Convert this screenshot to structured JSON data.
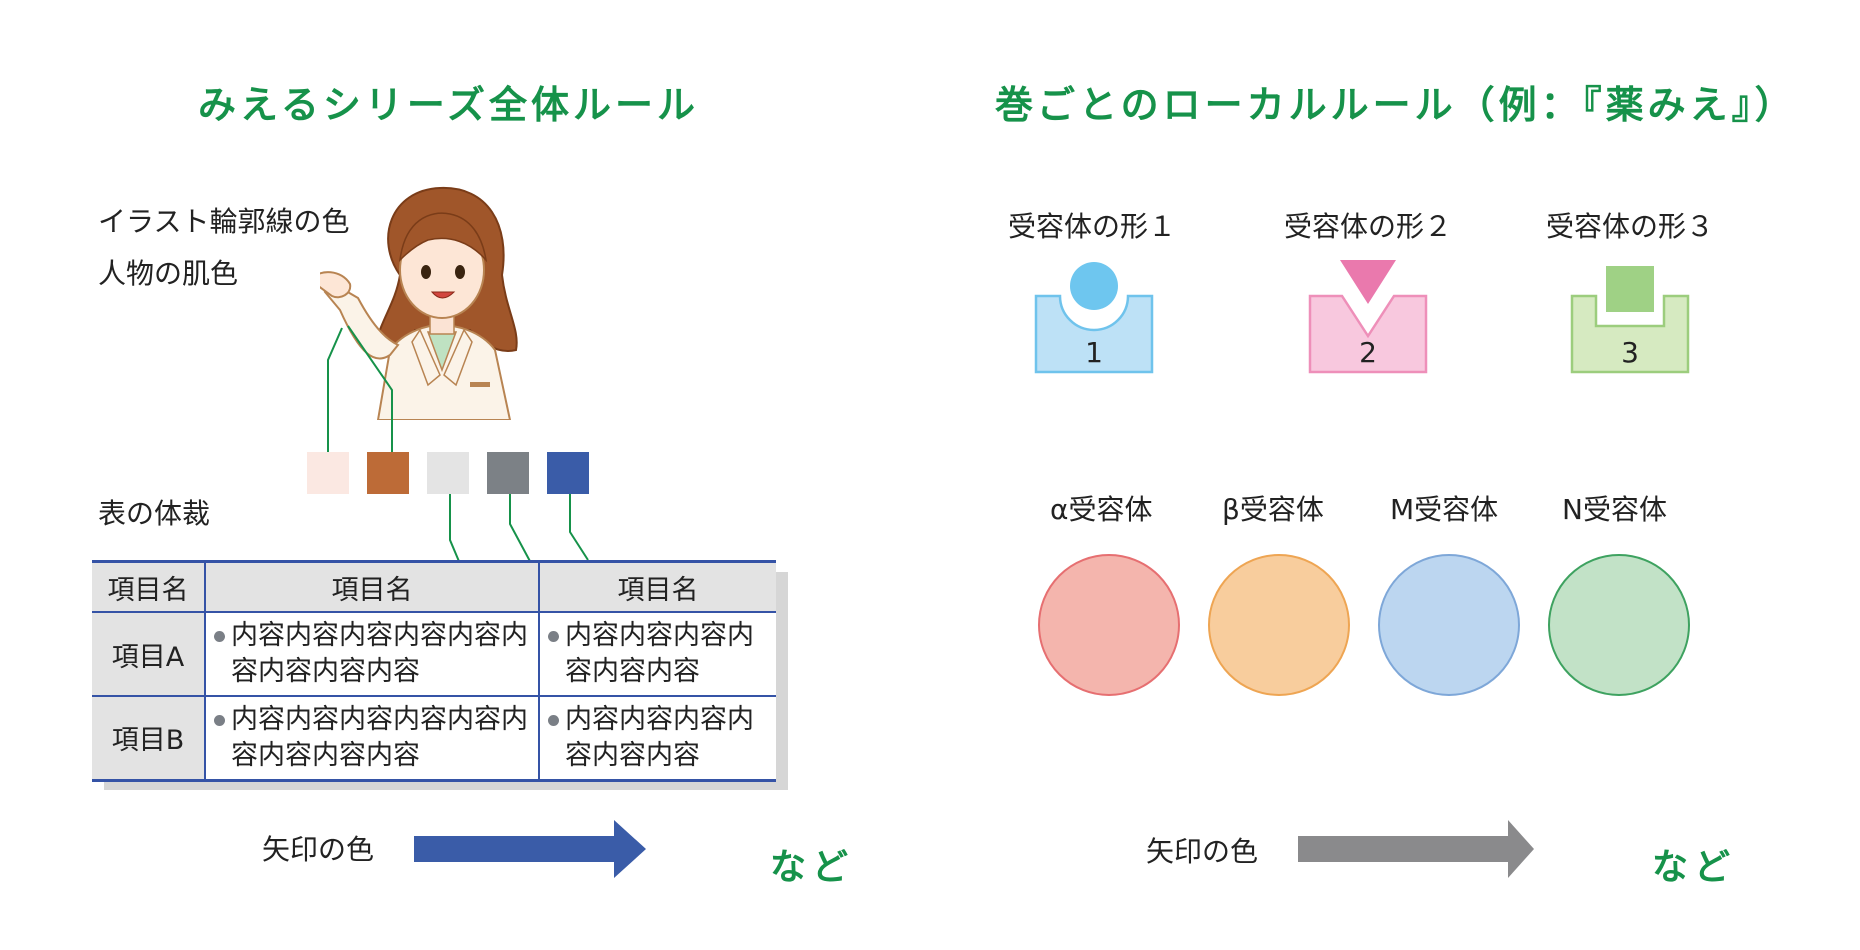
{
  "left": {
    "heading": "みえるシリーズ全体ルール",
    "labels": {
      "outline_color": "イラスト輪郭線の色",
      "skin_color": "人物の肌色",
      "table_style": "表の体裁",
      "arrow_color": "矢印の色",
      "etc": "など"
    },
    "swatches": [
      "#fbe8e2",
      "#bd6b37",
      "#e4e4e4",
      "#7c8186",
      "#3a5ca8"
    ],
    "arrow_color": "#3a5ca8",
    "table": {
      "headers": [
        "項目名",
        "項目名",
        "項目名"
      ],
      "rows": [
        {
          "head": "項目A",
          "col1": "内容内容内容内容内容内容内容内容内容",
          "col2": "内容内容内容内容内容内容"
        },
        {
          "head": "項目B",
          "col1": "内容内容内容内容内容内容内容内容内容",
          "col2": "内容内容内容内容内容内容"
        }
      ]
    }
  },
  "right": {
    "heading": "巻ごとのローカルルール（例：『薬みえ』）",
    "receptor_shapes": [
      {
        "label": "受容体の形１",
        "number": "1",
        "fill": "#bde1f6",
        "stroke": "#6fc3ec",
        "ligand": "#6ec6ef"
      },
      {
        "label": "受容体の形２",
        "number": "2",
        "fill": "#f8c8de",
        "stroke": "#ee8fb9",
        "ligand": "#ea79ad"
      },
      {
        "label": "受容体の形３",
        "number": "3",
        "fill": "#d6eac1",
        "stroke": "#9ccd7d",
        "ligand": "#9fd185"
      }
    ],
    "receptor_types": [
      {
        "label": "α受容体",
        "fill": "#f4b5ad",
        "stroke": "#e66f71"
      },
      {
        "label": "β受容体",
        "fill": "#f8cd9d",
        "stroke": "#eea553"
      },
      {
        "label": "M受容体",
        "fill": "#bcd6f0",
        "stroke": "#7ea7d8"
      },
      {
        "label": "N受容体",
        "fill": "#c2e2c7",
        "stroke": "#3ea260"
      }
    ],
    "labels": {
      "arrow_color": "矢印の色",
      "etc": "など"
    },
    "arrow_color": "#8a8a8c"
  }
}
